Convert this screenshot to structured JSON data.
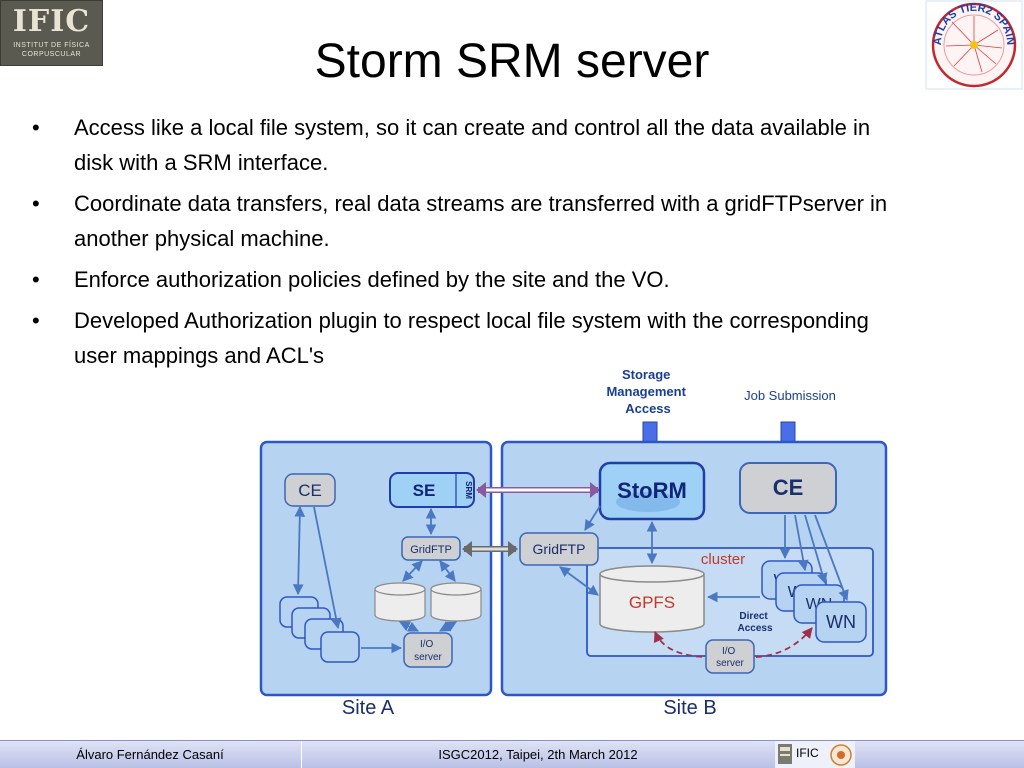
{
  "logos": {
    "left": {
      "name": "IFIC",
      "subtitle": "INSTITUT DE FÍSICA CORPUSCULAR"
    },
    "right": {
      "name": "ATLAS TIER2 SPAIN"
    }
  },
  "slide": {
    "title": "Storm SRM server",
    "bullets": [
      "Access like a local file system, so it can create and control all the data available in disk with a SRM interface.",
      "Coordinate data transfers, real data streams are transferred with a gridFTPserver in another physical machine.",
      "Enforce authorization policies defined by the site and the VO.",
      "Developed Authorization plugin to respect local file system with the corresponding user mappings and ACL's"
    ]
  },
  "diagram": {
    "top_labels": {
      "storage": [
        "Storage",
        "Management",
        "Access"
      ],
      "job": "Job Submission"
    },
    "site_a": {
      "label": "Site A",
      "ce": "CE",
      "se": "SE",
      "srm": "SRM",
      "gridftp": "GridFTP",
      "io_server": [
        "I/O",
        "server"
      ]
    },
    "site_b": {
      "label": "Site B",
      "storm": "StoRM",
      "ce": "CE",
      "gridftp": "GridFTP",
      "cluster": "cluster",
      "gpfs": "GPFS",
      "direct_access": [
        "Direct",
        "Access"
      ],
      "io_server": [
        "I/O",
        "server"
      ],
      "wn": [
        "WN",
        "WN",
        "WN",
        "WN"
      ]
    },
    "colors": {
      "site_bg": "#b7d3f2",
      "site_border": "#2e57c6",
      "node_fill": "#cfd0d3",
      "arrow": "#4a78c2",
      "storm_fill": "#9fd0f5",
      "cluster_text": "#c0392b",
      "dashed": "#a0304a"
    }
  },
  "footer": {
    "author": "Álvaro Fernández Casaní",
    "event": "ISGC2012, Taipei, 2th March 2012",
    "org": "IFIC"
  }
}
